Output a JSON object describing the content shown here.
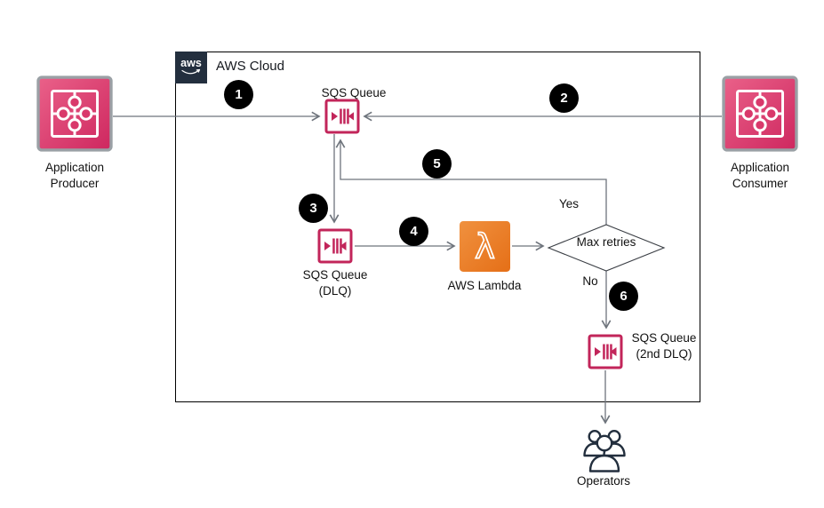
{
  "header": {
    "aws_cloud": "AWS Cloud"
  },
  "logo": {
    "aws": "aws"
  },
  "nodes": {
    "producer": {
      "label": "Application Producer",
      "icon": "puzzle-pieces-icon"
    },
    "consumer": {
      "label": "Application Consumer",
      "icon": "puzzle-pieces-icon"
    },
    "sqs_main": {
      "label": "SQS Queue",
      "icon": "sqs-queue-icon"
    },
    "sqs_dlq": {
      "label": "SQS Queue (DLQ)",
      "icon": "sqs-queue-icon"
    },
    "lambda": {
      "label": "AWS Lambda",
      "icon": "lambda-icon",
      "glyph": "λ"
    },
    "sqs_dlq2": {
      "label": "SQS Queue (2nd DLQ)",
      "icon": "sqs-queue-icon"
    },
    "operators": {
      "label": "Operators",
      "icon": "people-group-icon"
    },
    "decision": {
      "label": "Max retries",
      "shape": "diamond"
    }
  },
  "branch": {
    "yes": "Yes",
    "no": "No"
  },
  "steps": [
    "1",
    "2",
    "3",
    "4",
    "5",
    "6"
  ],
  "colors": {
    "app_pink_light": "#e85580",
    "app_pink_dark": "#cf2a61",
    "sqs_crimson": "#c2255a",
    "lambda_orange_light": "#f08e3c",
    "lambda_orange_dark": "#e56f17",
    "aws_navy": "#232F3E",
    "connector_gray": "#6e747c",
    "badge_black": "#000000",
    "border_black": "#000000",
    "icon_border_gray": "#9aa0a5"
  }
}
